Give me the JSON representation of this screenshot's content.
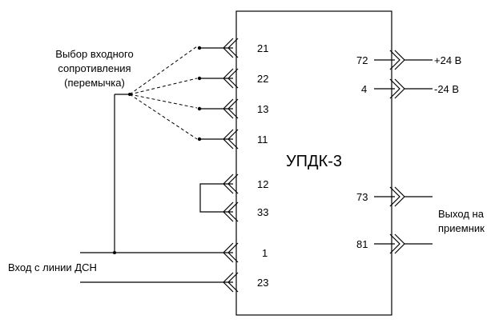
{
  "block": {
    "label": "УПДК-3"
  },
  "jumper": {
    "label_line1": "Выбор входного",
    "label_line2": "сопротивления",
    "label_line3": "(перемычка)"
  },
  "pins_left": [
    "21",
    "22",
    "13",
    "11",
    "12",
    "33",
    "1",
    "23"
  ],
  "pins_right": [
    "72",
    "4",
    "73",
    "81"
  ],
  "power": {
    "plus": "+24 В",
    "minus": "-24 В"
  },
  "output": {
    "line1": "Выход на",
    "line2": "приемник"
  },
  "input": {
    "label": "Вход с линии ДСН"
  }
}
